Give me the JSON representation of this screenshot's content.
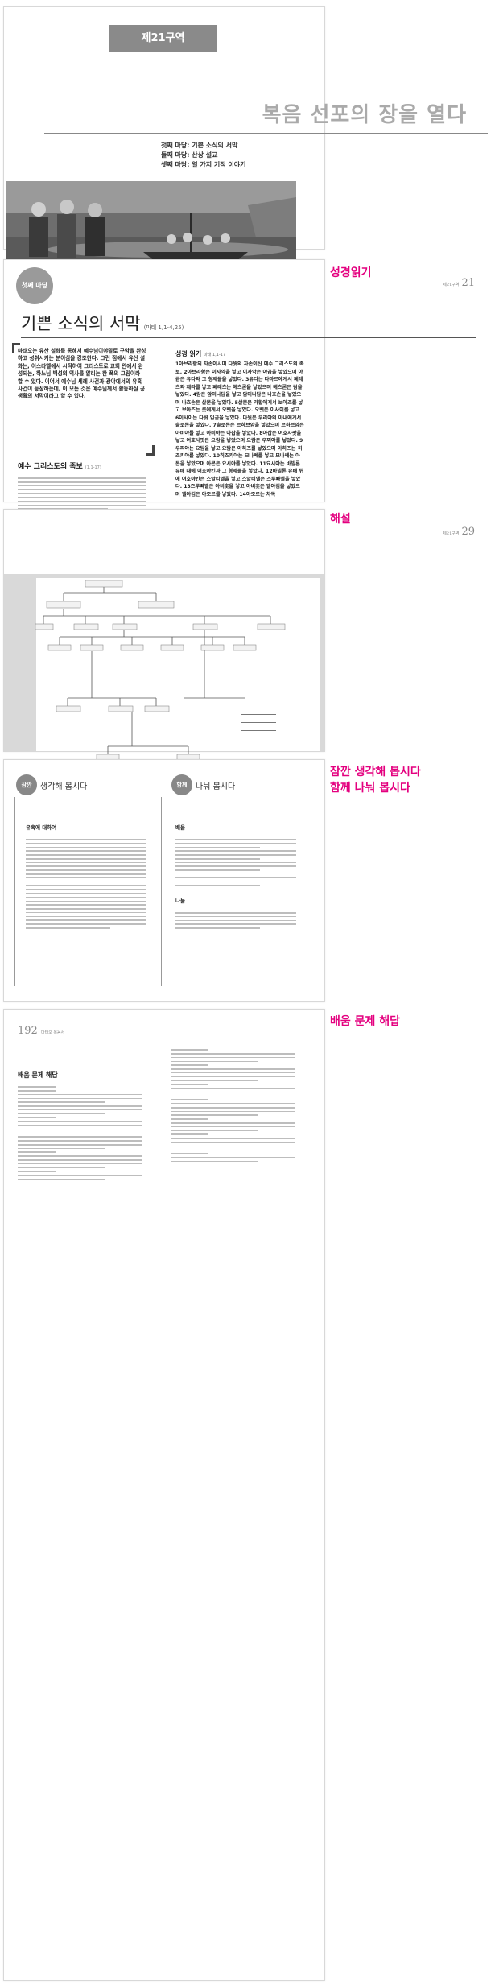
{
  "side_labels": {
    "bible_reading": "성경읽기",
    "commentary": "해설",
    "think": "잠깐 생각해 봅시다",
    "share": "함께 나눠 봅시다",
    "answers": "배움 문제 해답"
  },
  "page1": {
    "zone_tab": "제21구역",
    "title": "복음 선포의 장을 열다",
    "schedule": [
      "첫째 마당: 기쁜 소식의 서막",
      "둘째 마당: 산상 설교",
      "셋째 마당: 열 가지 기적 이야기"
    ]
  },
  "page2": {
    "page_number": "21",
    "page_label": "제21구역",
    "circle_label": "첫째 마당",
    "title": "기쁜 소식의 서막",
    "title_ref": "(마태 1,1-4,25)",
    "quote": "마태오는 유산 설화를 통해서 예수님이야말로 구약을 완성하고 성취시키는 분이심을 강조한다. 그런 점에서 유산 설화는, 이스라엘에서 시작하여 그리스도로 교회 안에서 완성되는, 하느님 백성의 역사를 알리는 한 폭의 그림이라 할 수 있다. 이어서 예수님 세례 사건과 광야에서의 유혹 사건이 등장하는데, 이 모든 것은 예수님께서 활동하실 공생활의 서막이라고 할 수 있다.",
    "section_heading": "예수 그리스도의 족보",
    "section_ref": "(1,1-17)",
    "reading_heading": "성경 읽기",
    "reading_ref": "마태 1,1-17",
    "reading_text": "1아브라함의 자손이시며 다윗의 자손이신 예수 그리스도의 족보. 2아브라함은 이사악을 낳고 이사악은 야곱을 낳았으며 야곱은 유다와 그 형제들을 낳았다. 3유다는 타마르에게서 페레츠와 제라를 낳고 페레츠는 헤츠론을 낳았으며 헤츠론은 람을 낳았다. 4람은 암미나답을 낳고 암미나답은 나흐손을 낳았으며 나흐손은 살몬을 낳았다. 5살몬은 라합에게서 보아즈를 낳고 보아즈는 룻에게서 오벳을 낳았다. 오벳은 이사이를 낳고 6이사이는 다윗 임금을 낳았다. 다윗은 우리야의 아내에게서 솔로몬을 낳았다. 7솔로몬은 르하브암을 낳았으며 르하브암은 아비야를 낳고 아비야는 아삽을 낳았다. 8아삽은 여호사팟을 낳고 여호사팟은 요람을 낳았으며 요람은 우찌야를 낳았다. 9우찌야는 요탐을 낳고 요탐은 아하즈를 낳았으며 아하즈는 히즈키야를 낳았다. 10히즈키야는 므나쎄를 낳고 므나쎄는 아몬을 낳았으며 아몬은 요시야를 낳았다. 11요시야는 바빌론 유배 때에 여호야킨과 그 형제들을 낳았다. 12바빌론 유배 뒤에 여호야킨은 스알티엘을 낳고 스알티엘은 즈루빠벨을 낳았다. 13즈루빠벨은 아비훗을 낳고 아비훗은 엘야킴을 낳았으며 엘야킴은 아조르를 낳았다. 14아조르는 차독"
  },
  "page3": {
    "page_number": "29",
    "page_label": "제21구역"
  },
  "page4": {
    "think_circle": "잠깐",
    "think_heading": "생각해 봅시다",
    "share_circle": "함께",
    "share_heading": "나눠 봅시다",
    "left_sub": "유혹에 대하여",
    "right_sub1": "배움",
    "right_sub2": "나눔"
  },
  "page5": {
    "page_number": "192",
    "page_label": "마태오 복음서",
    "heading": "배움 문제 해답"
  }
}
